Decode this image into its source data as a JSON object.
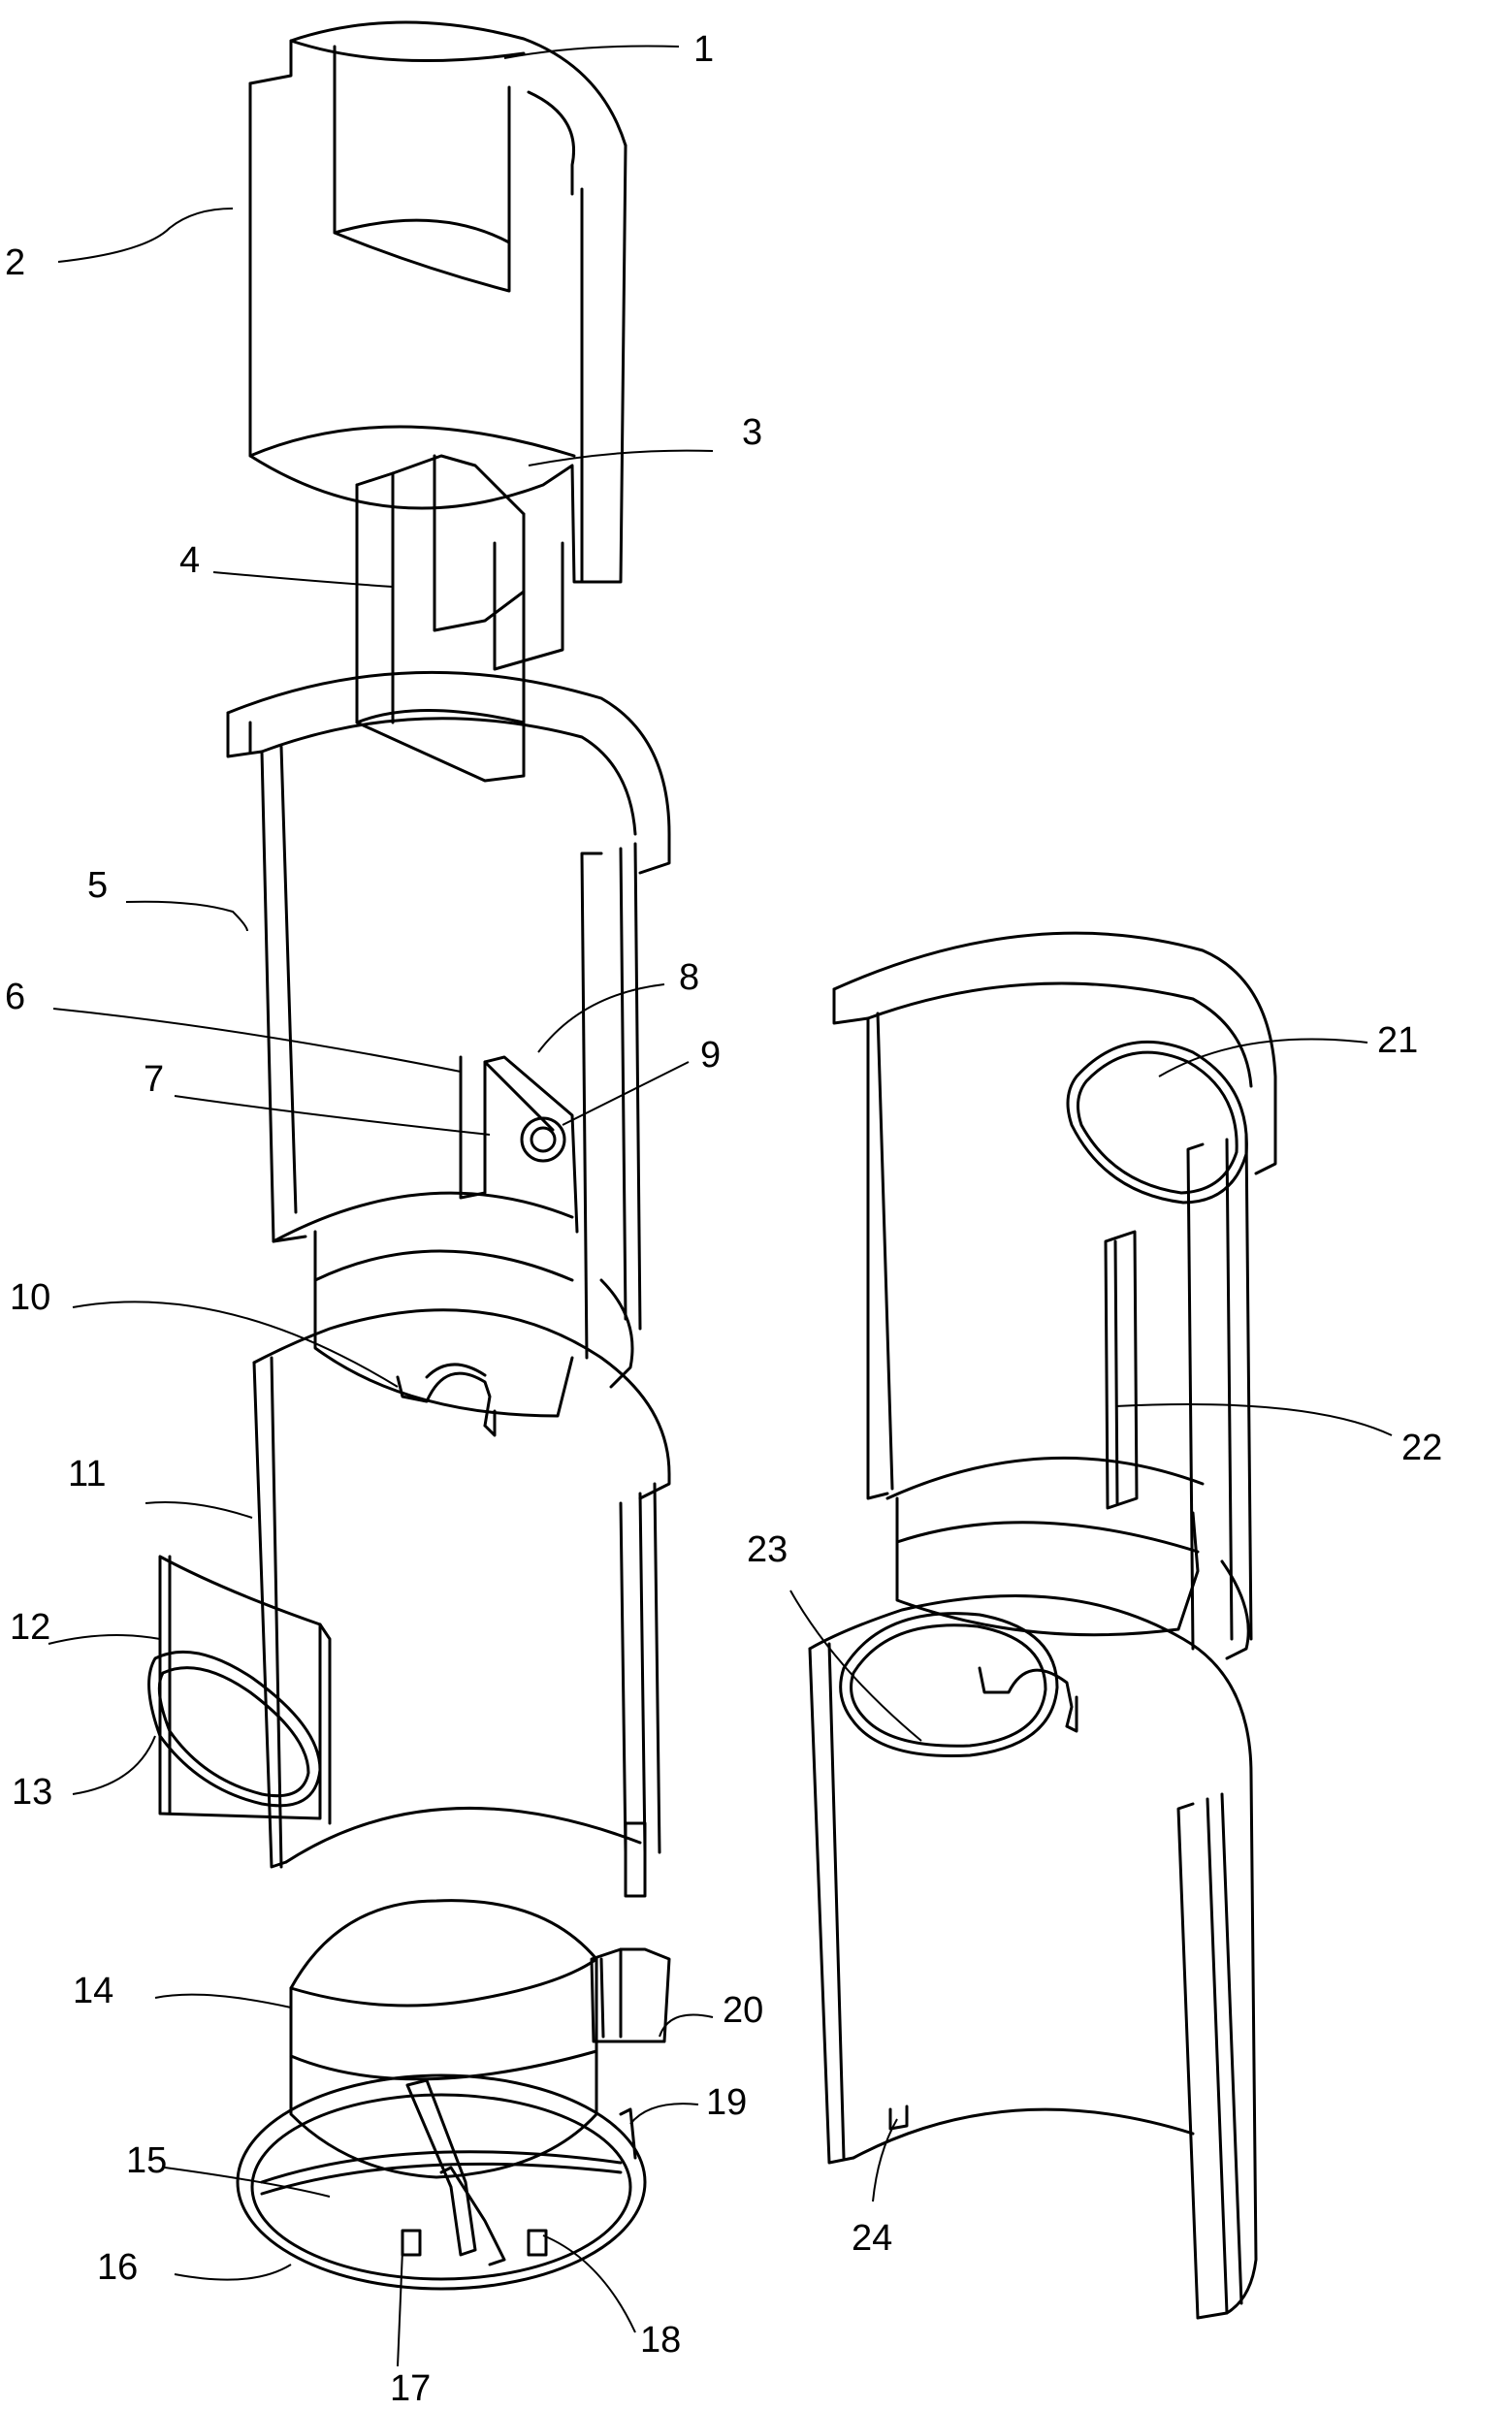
{
  "labels": [
    "1",
    "2",
    "3",
    "4",
    "5",
    "6",
    "7",
    "8",
    "9",
    "10",
    "11",
    "12",
    "13",
    "14",
    "15",
    "16",
    "17",
    "18",
    "19",
    "20",
    "21",
    "22",
    "23",
    "24"
  ]
}
